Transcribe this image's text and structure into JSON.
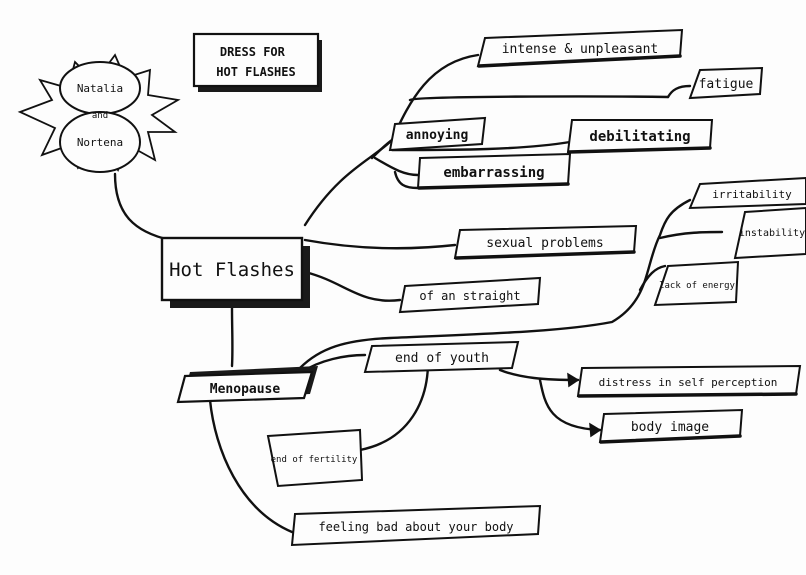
{
  "title": "DRESS FOR HOT FLASHES",
  "authors": {
    "first": "Natalia",
    "middle": "and",
    "second": "Nortena"
  },
  "central": "Hot Flashes",
  "menopause": "Menopause",
  "nodes": {
    "intense": "intense & unpleasant",
    "fatigue": "fatigue",
    "annoying": "annoying",
    "debilitating": "debilitating",
    "embarrassing": "embarrassing",
    "sexual": "sexual problems",
    "irritability": "irritability",
    "instability": "instability",
    "lack_energy": "lack of energy",
    "sleep": "of an straight",
    "end_youth": "end of youth",
    "distress": "distress in self perception",
    "body_image": "body image",
    "end_fertility": "end of fertility",
    "feeling_bad": "feeling bad about your body"
  },
  "colors": {
    "ink": "#111111",
    "paper": "#fdfdfd",
    "shadow": "#1a1a1a"
  }
}
